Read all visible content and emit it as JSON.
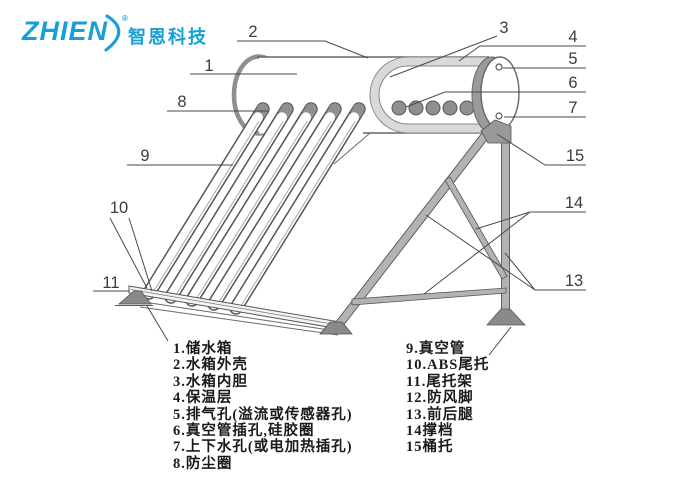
{
  "logo": {
    "brand": "ZHIEN",
    "reg": "®",
    "company": "智恩科技"
  },
  "callouts": {
    "c1": "1",
    "c2": "2",
    "c3": "3",
    "c4": "4",
    "c5": "5",
    "c6": "6",
    "c7": "7",
    "c8": "8",
    "c9": "9",
    "c10": "10",
    "c11": "11",
    "c13": "13",
    "c14": "14",
    "c15": "15"
  },
  "legend": {
    "left": [
      "1.储水箱",
      "2.水箱外壳",
      "3.水箱内胆",
      "4.保温层",
      "5.排气孔(溢流或传感器孔)",
      "6.真空管插孔,硅胶圈",
      "7.上下水孔(或电加热插孔)",
      "8.防尘圈"
    ],
    "right": [
      "9.真空管",
      "10.ABS尾托",
      "11.尾托架",
      "12.防风脚",
      "13.前后腿",
      "14撑档",
      "15桶托"
    ]
  },
  "colors": {
    "brand_blue": "#189fd8",
    "line_gray": "#555555",
    "metal_light": "#b3b3b3",
    "metal_dark": "#8f8f8f",
    "insulation_gray": "#d9d9d9"
  }
}
